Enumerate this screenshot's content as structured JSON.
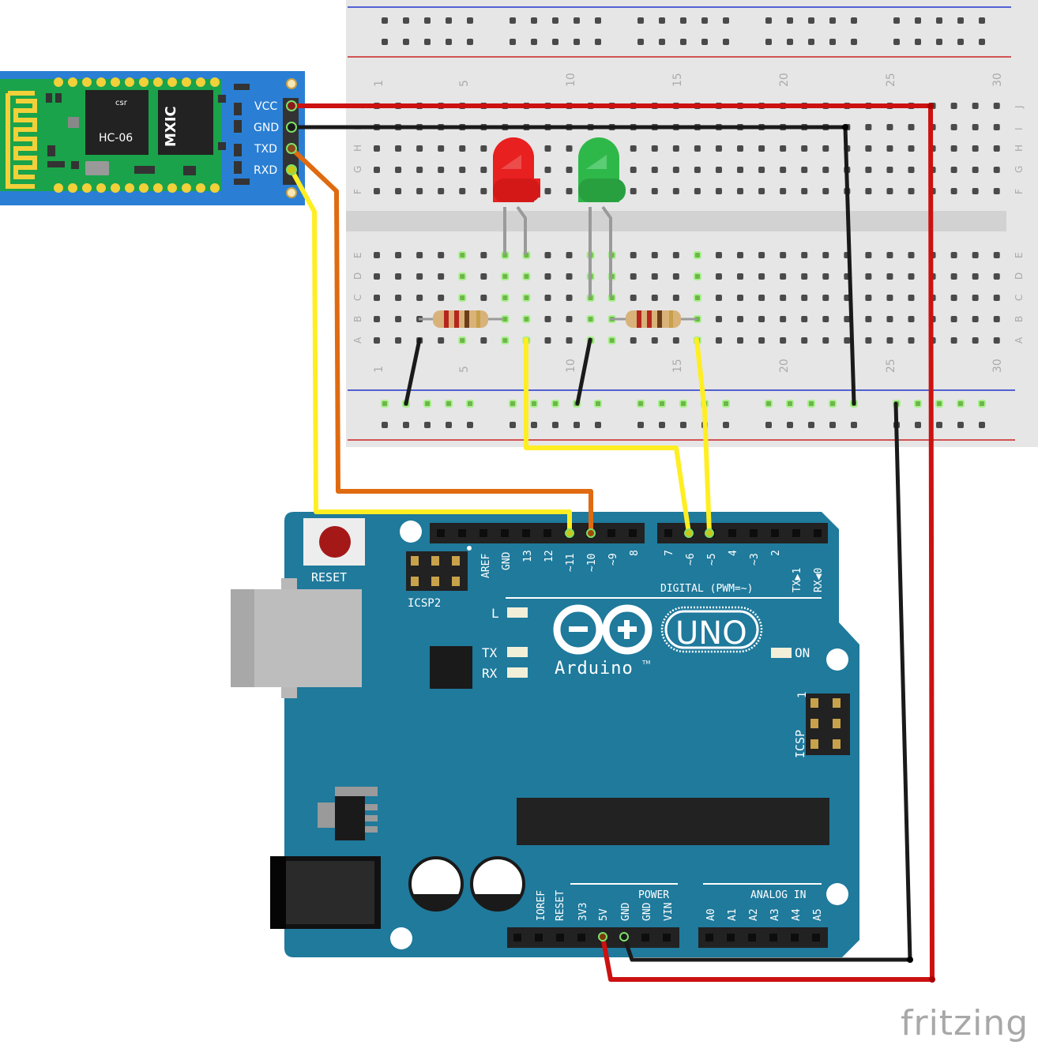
{
  "hc06": {
    "chip_label": "HC-06",
    "csr_label": "csr",
    "mxic_label": "MXIC",
    "pins": [
      "VCC",
      "GND",
      "TXD",
      "RXD"
    ]
  },
  "breadboard": {
    "column_numbers": [
      "1",
      "5",
      "10",
      "15",
      "20",
      "25",
      "30"
    ],
    "rows_top": [
      "J",
      "I",
      "H",
      "G",
      "F"
    ],
    "rows_bottom": [
      "E",
      "D",
      "C",
      "B",
      "A"
    ]
  },
  "arduino": {
    "reset_label": "RESET",
    "icsp2_label": "ICSP2",
    "icsp_label": "ICSP",
    "icsp_pin1": "1",
    "digital_pins_left": [
      "AREF",
      "GND",
      "13",
      "12",
      "~11",
      "~10",
      "~9",
      "8"
    ],
    "digital_pins_right": [
      "7",
      "~6",
      "~5",
      "4",
      "~3",
      "2",
      "TX▶1",
      "RX◀0"
    ],
    "digital_label": "DIGITAL (PWM=~)",
    "led_l": "L",
    "led_tx": "TX",
    "led_rx": "RX",
    "led_on": "ON",
    "brand": "Arduino",
    "tm": "TM",
    "model": "UNO",
    "power_label": "POWER",
    "power_pins": [
      "IOREF",
      "RESET",
      "3V3",
      "5V",
      "GND",
      "GND",
      "VIN"
    ],
    "analog_label": "ANALOG IN",
    "analog_pins": [
      "A0",
      "A1",
      "A2",
      "A3",
      "A4",
      "A5"
    ]
  },
  "watermark": "fritzing",
  "colors": {
    "board_blue": "#1f7a9c",
    "wire_red": "#cc1111",
    "wire_black": "#1a1a1a",
    "wire_yellow": "#ffee22",
    "wire_orange": "#e06a10",
    "led_red": "#e82020",
    "led_green": "#2fb84a",
    "breadboard": "#e4e4e4"
  }
}
